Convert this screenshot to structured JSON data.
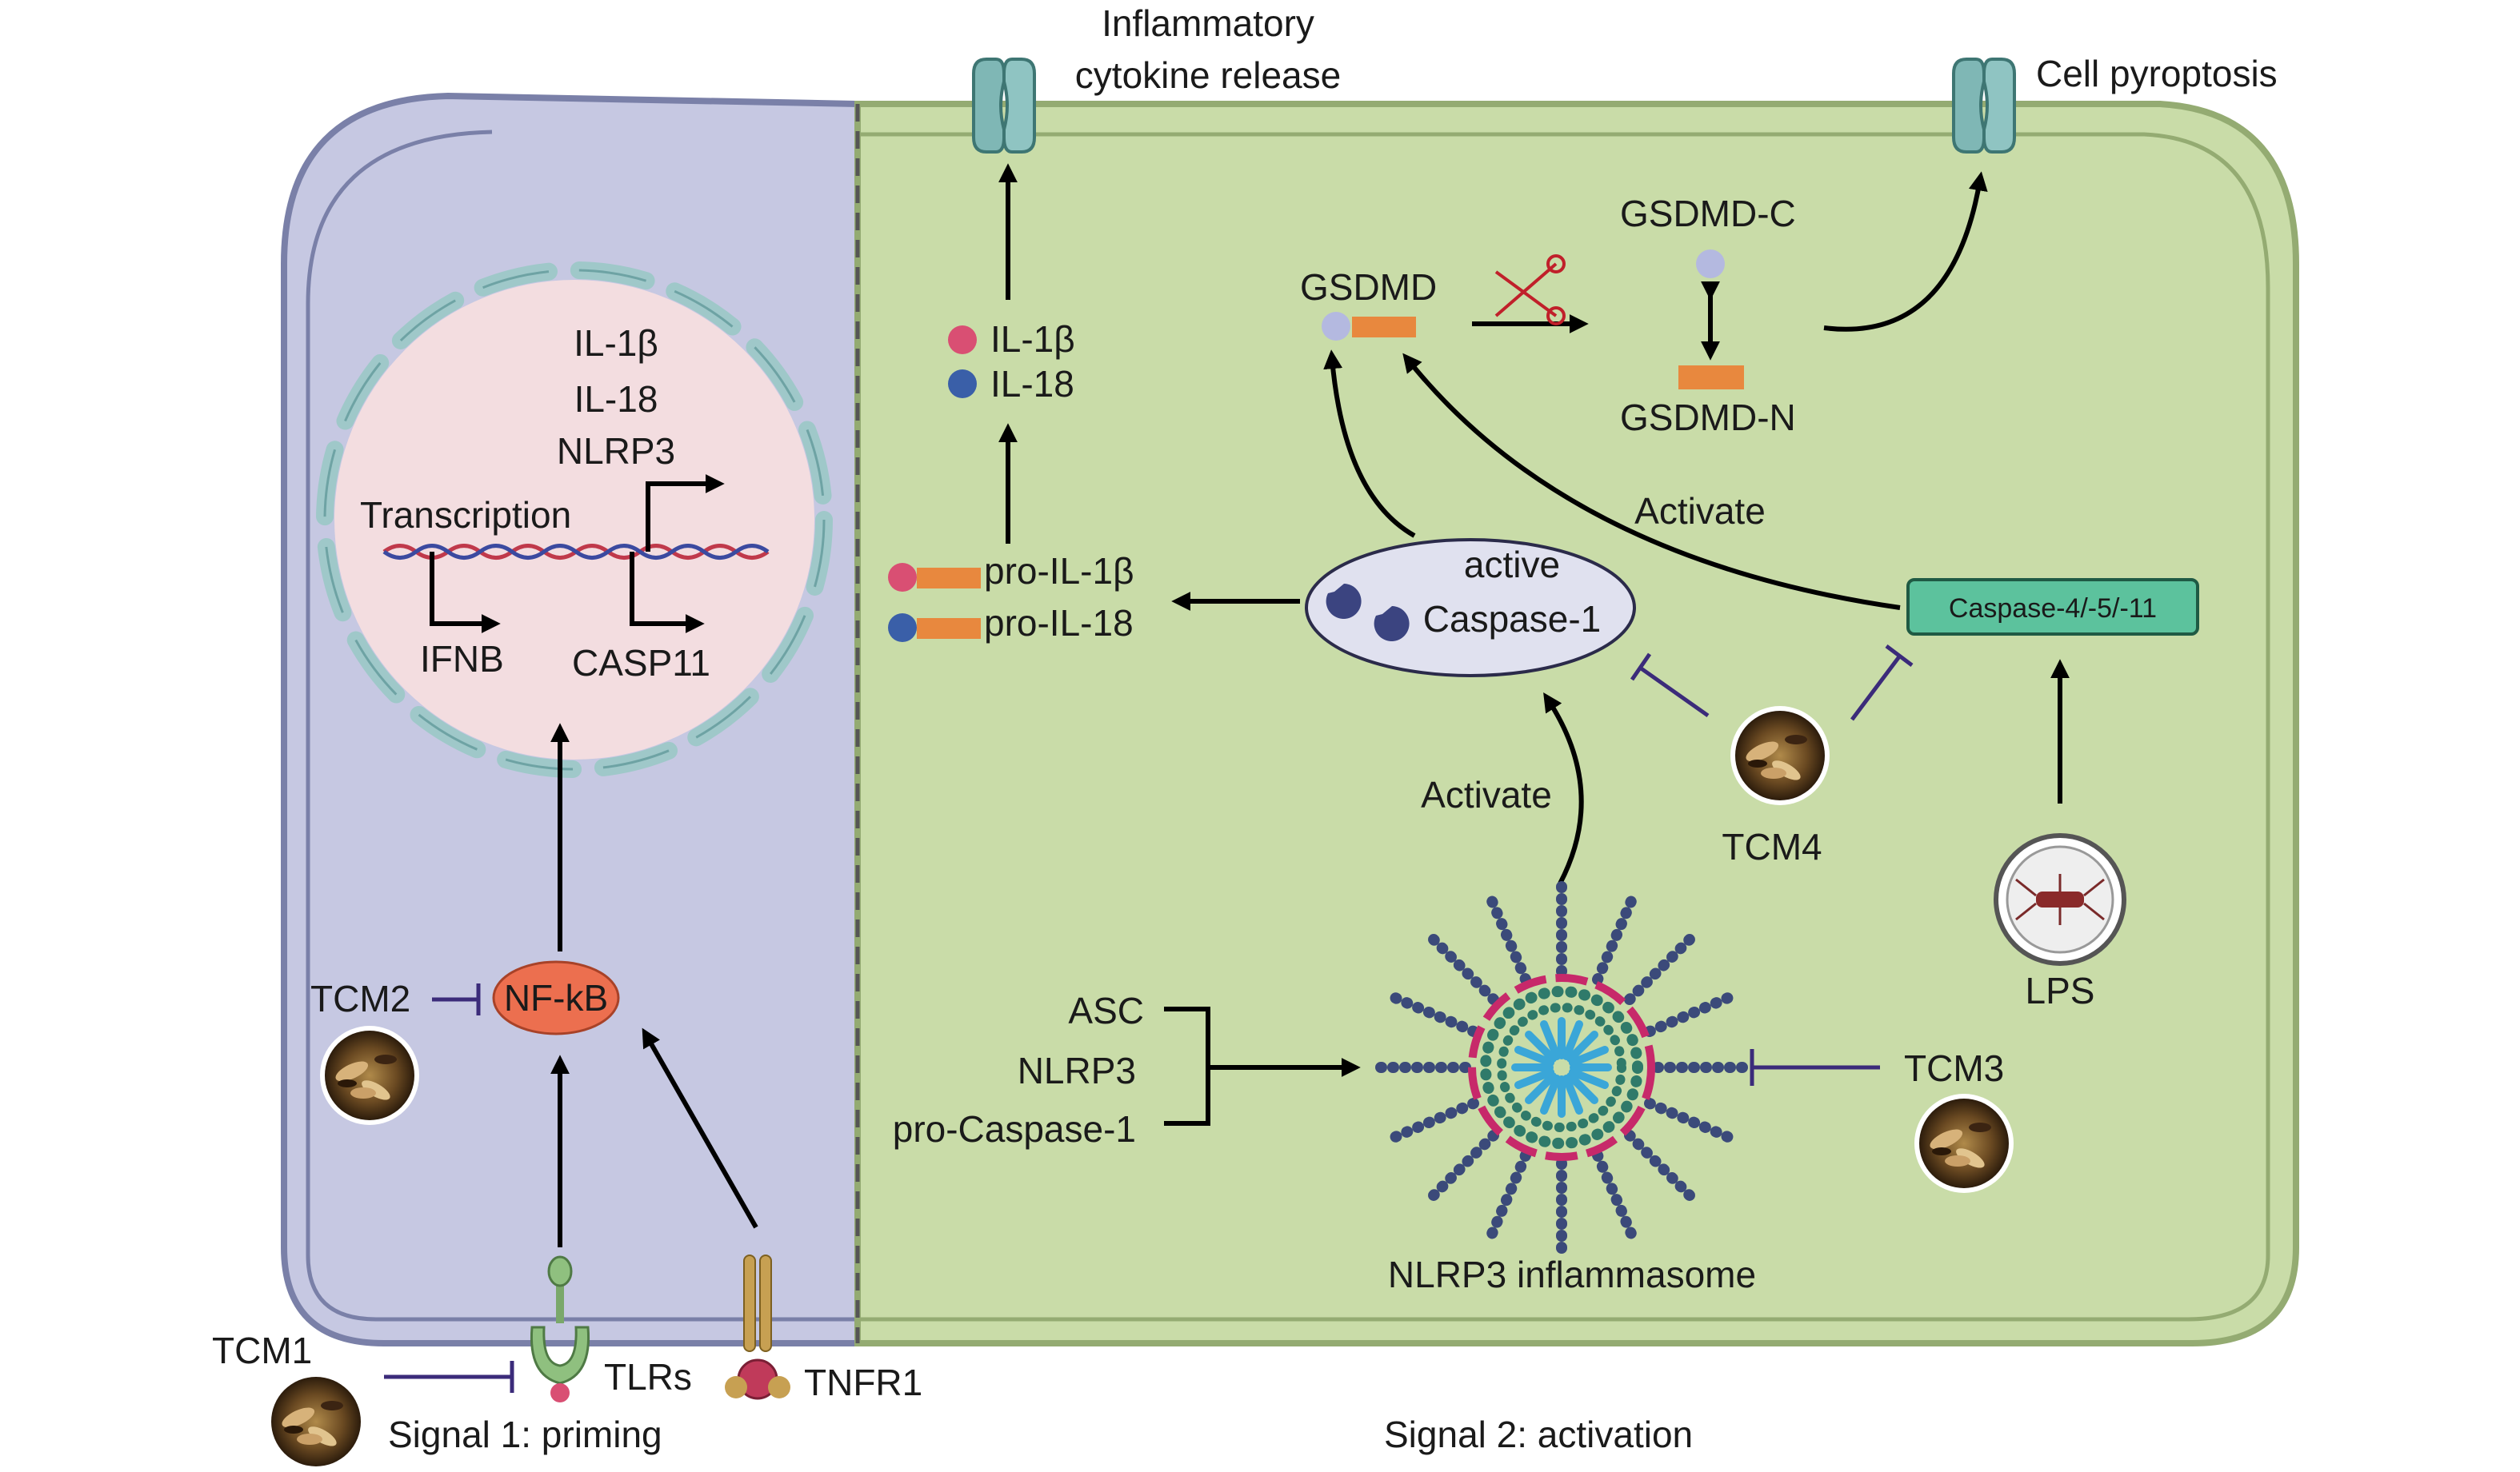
{
  "labels": {
    "inflammatory_release_line1": "Inflammatory",
    "inflammatory_release_line2": "cytokine release",
    "cell_pyroptosis": "Cell pyroptosis",
    "gsdmd": "GSDMD",
    "gsdmd_c": "GSDMD-C",
    "gsdmd_n": "GSDMD-N",
    "il1b": "IL-1β",
    "il18": "IL-18",
    "nuc_il1b": "IL-1β",
    "nuc_il18": "IL-18",
    "nuc_nlrp3": "NLRP3",
    "transcription": "Transcription",
    "ifnb": "IFNB",
    "casp11": "CASP11",
    "pro_il1b": "pro-IL-1β",
    "pro_il18": "pro-IL-18",
    "active": "active",
    "caspase1": "Caspase-1",
    "activate_top": "Activate",
    "activate_mid": "Activate",
    "caspase_4_5_11": "Caspase-4/-5/-11",
    "tcm1": "TCM1",
    "tcm2": "TCM2",
    "tcm3": "TCM3",
    "tcm4": "TCM4",
    "nfkb": "NF-kB",
    "asc": "ASC",
    "nlrp3": "NLRP3",
    "pro_caspase1": "pro-Caspase-1",
    "nlrp3_inflammasome": "NLRP3 inflammasome",
    "lps": "LPS",
    "tlrs": "TLRs",
    "tnfr1": "TNFR1",
    "signal1": "Signal 1: priming",
    "signal2": "Signal 2: activation"
  },
  "colors": {
    "priming_panel": "#c6c8e2",
    "activation_panel": "#c9dca8",
    "nucleus": "#f3dde0",
    "channel": "#7fb7b5",
    "il1b_dot": "#d94f73",
    "il18_dot": "#3a5fa8",
    "pro_bar": "#e8883e",
    "nfkb": "#ec6f4f",
    "caspase_box": "#5cc29d",
    "inhibitor": "#3b2b7a"
  }
}
